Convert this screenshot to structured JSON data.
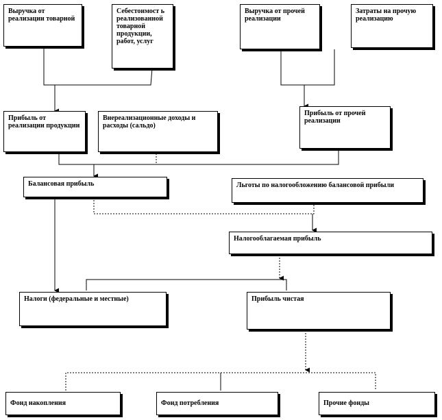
{
  "diagram": {
    "nodes": {
      "revenue_goods": "Выручка от реализации товарной",
      "cost_goods": "Себестоимост ь реализованной товарной продукции, работ, услуг",
      "revenue_other": "Выручка от прочей реализации",
      "cost_other": "Затраты на прочую реализацию",
      "profit_sales": "Прибыль от реализации продукции",
      "non_operating": "Внереализационные доходы и расходы (сальдо)",
      "profit_other": "Прибыль от прочей реализации",
      "balance_profit": "Балансовая прибыль",
      "tax_benefits": "Льготы по налогообложению балансовой прибыли",
      "taxable_profit": "Налогооблагаемая прибыль",
      "taxes": "Налоги (федеральные и местные)",
      "net_profit": "Прибыль чистая",
      "fund_accumulation": "Фонд накопления",
      "fund_consumption": "Фонд потребления",
      "fund_other": "Прочие фонды"
    }
  }
}
